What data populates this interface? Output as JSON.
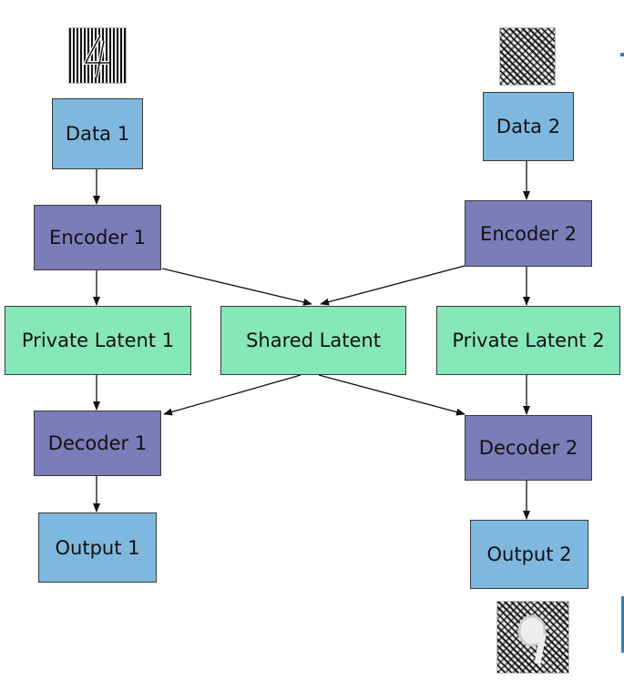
{
  "nodes": {
    "data1": "Data 1",
    "encoder1": "Encoder 1",
    "private1": "Private Latent 1",
    "shared": "Shared Latent",
    "private2": "Private Latent 2",
    "encoder2": "Encoder 2",
    "data2": "Data 2",
    "decoder1": "Decoder 1",
    "decoder2": "Decoder 2",
    "output1": "Output 1",
    "output2": "Output 2"
  },
  "colors": {
    "data": "#7fb8de",
    "coder": "#7b7cb8",
    "latent": "#86e8b8",
    "arrow": "#111111"
  },
  "images": {
    "input1": "striped-digit-4-thumbnail",
    "input2": "patterned-noise-thumbnail",
    "output2": "reconstructed-digit-9-thumbnail"
  }
}
